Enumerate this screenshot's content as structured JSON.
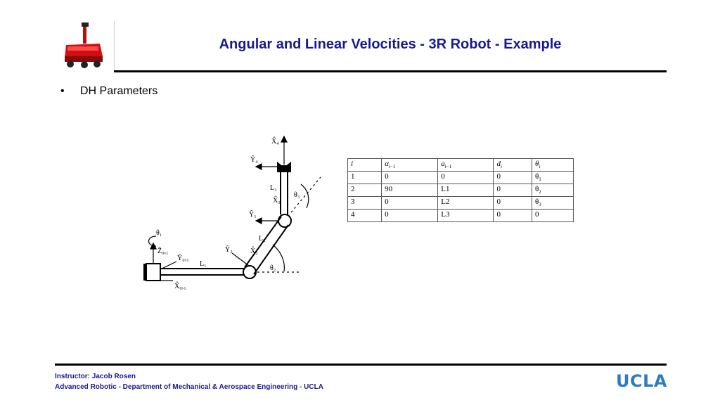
{
  "header": {
    "title": "Angular and Linear Velocities - 3R Robot - Example"
  },
  "content": {
    "bullet": "•",
    "heading": "DH Parameters"
  },
  "diagram": {
    "labels": {
      "x4": "X̂₄",
      "y4": "Ŷ₄",
      "l3": "L₃",
      "th3": "θ₃",
      "x3": "X̂₃",
      "y1": "Ŷ₁",
      "th1": "θ₁",
      "z01": "Ẑ₀,₁",
      "y01": "Ŷ₀,₁",
      "y2": "Ŷ₂",
      "l2": "L₂",
      "x2": "X̂₂",
      "l1": "L₁",
      "th2": "θ₂",
      "x01": "X̂₀,₁"
    }
  },
  "dh_table": {
    "headers": [
      {
        "main": "i",
        "sub": ""
      },
      {
        "main": "α",
        "sub": "i−1"
      },
      {
        "main": "a",
        "sub": "i−1"
      },
      {
        "main": "d",
        "sub": "i"
      },
      {
        "main": "θ",
        "sub": "i"
      }
    ],
    "rows": [
      [
        {
          "main": "1",
          "sub": ""
        },
        {
          "main": "0",
          "sub": ""
        },
        {
          "main": "0",
          "sub": ""
        },
        {
          "main": "0",
          "sub": ""
        },
        {
          "main": "θ",
          "sub": "1"
        }
      ],
      [
        {
          "main": "2",
          "sub": ""
        },
        {
          "main": "90",
          "sub": ""
        },
        {
          "main": "L1",
          "sub": ""
        },
        {
          "main": "0",
          "sub": ""
        },
        {
          "main": "θ",
          "sub": "2"
        }
      ],
      [
        {
          "main": "3",
          "sub": ""
        },
        {
          "main": "0",
          "sub": ""
        },
        {
          "main": "L2",
          "sub": ""
        },
        {
          "main": "0",
          "sub": ""
        },
        {
          "main": "θ",
          "sub": "3"
        }
      ],
      [
        {
          "main": "4",
          "sub": ""
        },
        {
          "main": "0",
          "sub": ""
        },
        {
          "main": "L3",
          "sub": ""
        },
        {
          "main": "0",
          "sub": ""
        },
        {
          "main": "0",
          "sub": ""
        }
      ]
    ]
  },
  "footer": {
    "line1": "Instructor: Jacob Rosen",
    "line2": "Advanced Robotic -  Department of Mechanical & Aerospace Engineering - UCLA",
    "logo_text": "UCLA"
  },
  "colors": {
    "title": "#1a1a8c",
    "robot_red": "#d01010",
    "ucla_blue": "#2f7bc0"
  }
}
